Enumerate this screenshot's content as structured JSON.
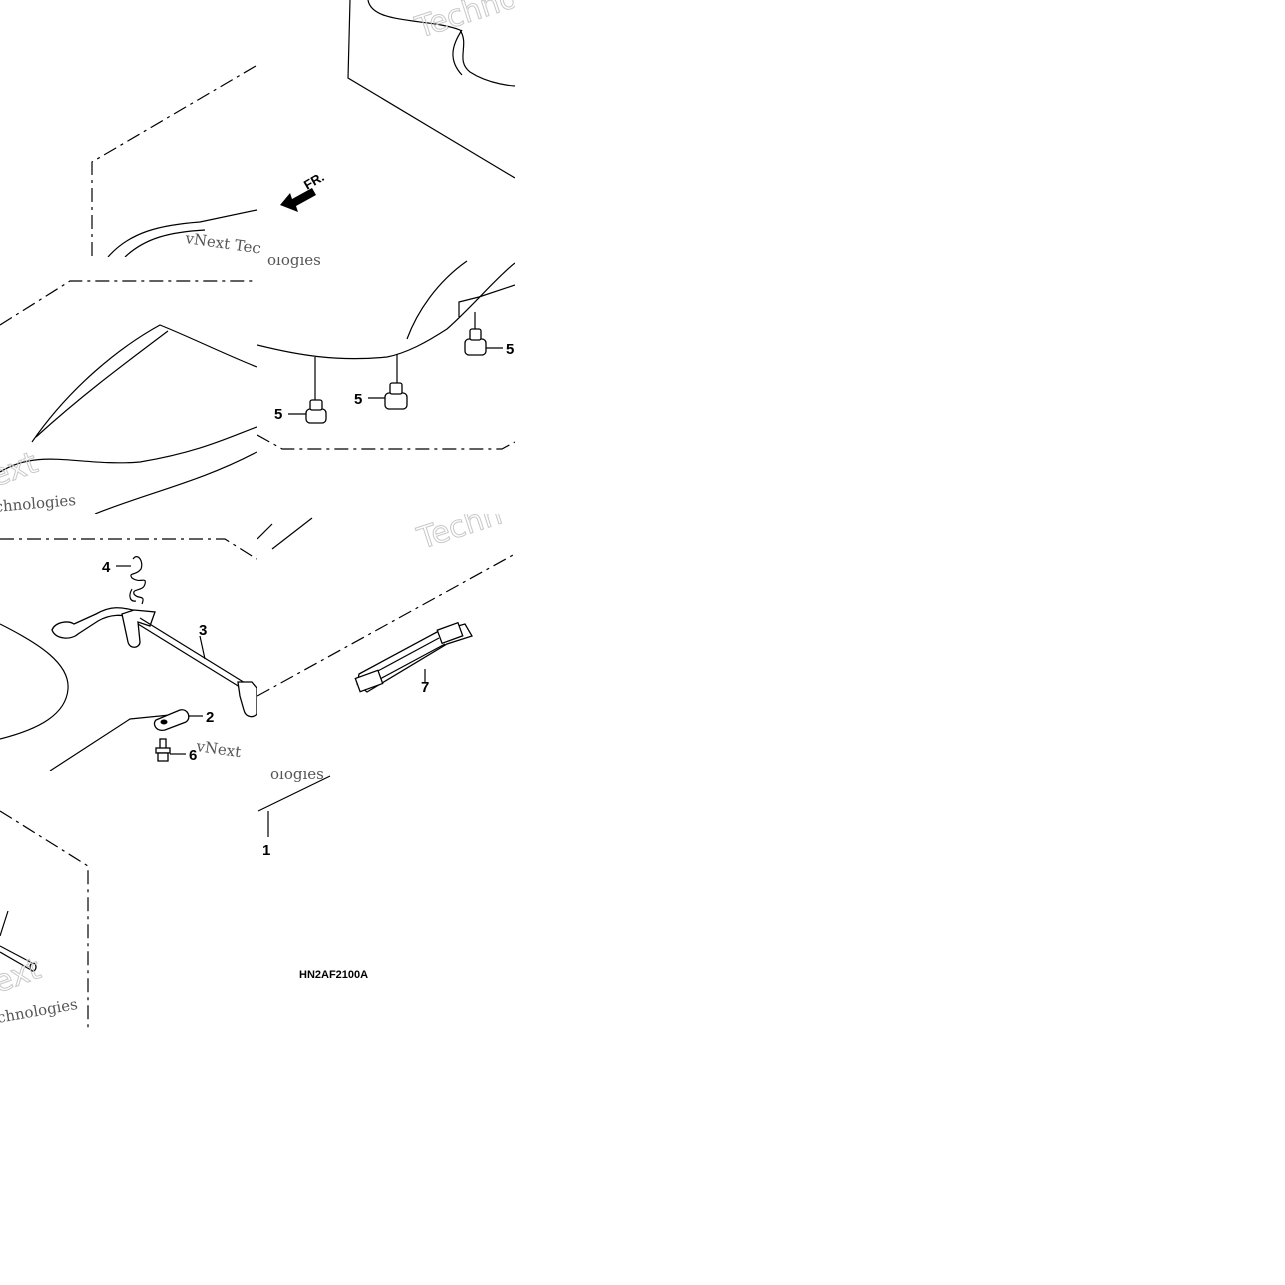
{
  "diagram": {
    "callouts": {
      "c1": "1",
      "c2": "2",
      "c3": "3",
      "c4": "4",
      "c5a": "5",
      "c5b": "5",
      "c5c": "5",
      "c6": "6",
      "c7": "7"
    },
    "direction_label": "FR.",
    "diagram_code": "HN2AF2100A",
    "watermark": {
      "word_a": "vNext",
      "word_b": "Technologies",
      "frag_next_tec": "vNext Tec",
      "frag_ologies": "ologies",
      "frag_ext": "ext",
      "frag_hnologies": "chnologies",
      "frag_techn": "Techn",
      "frag_techno": "Techno"
    }
  }
}
